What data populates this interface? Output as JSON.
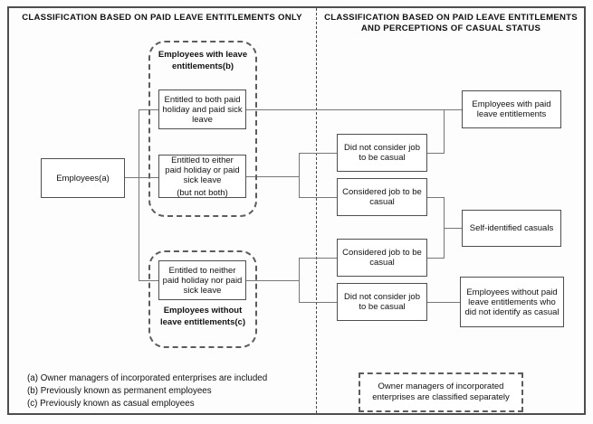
{
  "headers": {
    "left": "CLASSIFICATION BASED ON PAID LEAVE ENTITLEMENTS ONLY",
    "right_line1": "CLASSIFICATION BASED ON PAID LEAVE ENTITLEMENTS",
    "right_line2": "AND PERCEPTIONS OF CASUAL STATUS"
  },
  "nodes": {
    "employees": "Employees(a)",
    "group_with_leave": "Employees with leave entitlements(b)",
    "entitled_both": "Entitled to both paid holiday and paid sick leave",
    "entitled_either": "Entitled to either paid holiday or paid sick leave",
    "entitled_either_note": "(but not both)",
    "entitled_neither": "Entitled to neither paid holiday nor paid sick leave",
    "group_without_leave": "Employees without leave entitlements(c)",
    "mid_top_not_casual": "Did not consider job to be casual",
    "mid_top_casual": "Considered job to be casual",
    "mid_bottom_casual": "Considered job to be casual",
    "mid_bottom_not_casual": "Did not consider job to be casual",
    "right_with_leave": "Employees with paid leave entitlements",
    "right_self_identified": "Self-identified casuals",
    "right_without_leave": "Employees without paid leave entitlements who did not identify as casual"
  },
  "footnotes": [
    "(a) Owner managers of incorporated enterprises are included",
    "(b) Previously known as permanent employees",
    "(c) Previously known as casual employees"
  ],
  "note_box": "Owner managers of incorporated enterprises are classified separately",
  "colors": {
    "frame_border": "#4e4e4e",
    "box_border": "#4f4f4f",
    "connector_line": "#777777",
    "text": "#111111",
    "background": "#ffffff"
  }
}
